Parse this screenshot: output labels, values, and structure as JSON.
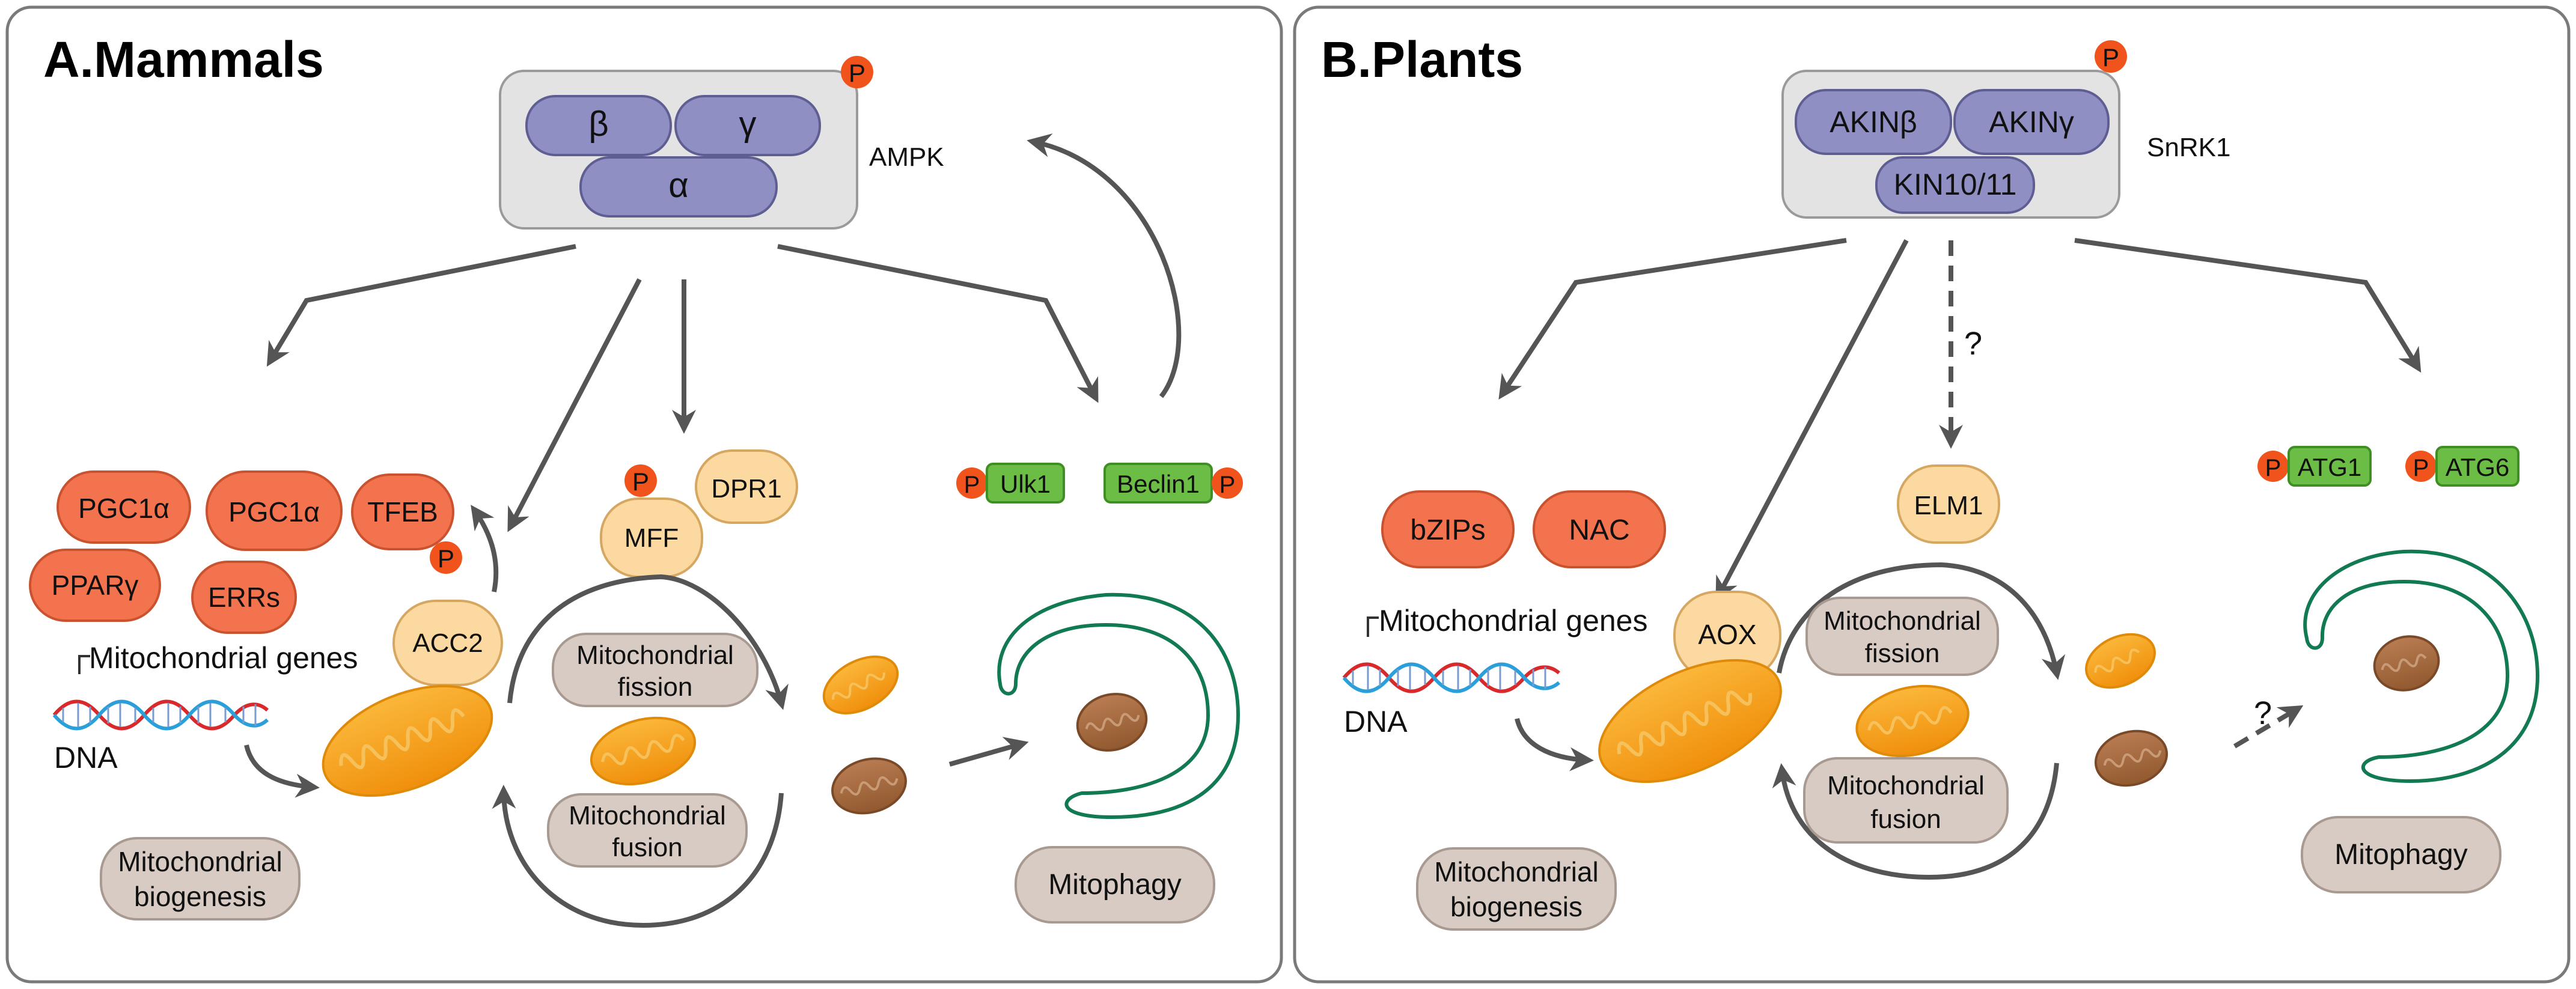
{
  "panels": {
    "mammals": {
      "title": "A.Mammals",
      "complex_name": "AMPK",
      "subunits": [
        "β",
        "γ",
        "α"
      ],
      "phospho": "P",
      "targets": {
        "pgc1a_1": "PGC1α",
        "pgc1a_2": "PGC1α",
        "tfeb": "TFEB",
        "ppar": "PPARγ",
        "errs": "ERRs",
        "acc2": "ACC2",
        "mff": "MFF",
        "dpr1": "DPR1",
        "ulk1": "Ulk1",
        "beclin1": "Beclin1"
      },
      "mito_genes": "Mitochondrial genes",
      "dna": "DNA",
      "fission": [
        "Mitochondrial",
        "fission"
      ],
      "fusion": [
        "Mitochondrial",
        "fusion"
      ],
      "biogenesis": [
        "Mitochondrial",
        "biogenesis"
      ],
      "mitophagy": "Mitophagy"
    },
    "plants": {
      "title": "B.Plants",
      "complex_name": "SnRK1",
      "subunits": [
        "AKINβ",
        "AKINγ",
        "KIN10/11"
      ],
      "phospho": "P",
      "targets": {
        "bzips": "bZIPs",
        "nac": "NAC",
        "elm1": "ELM1",
        "aox": "AOX",
        "atg1": "ATG1",
        "atg6": "ATG6"
      },
      "question": "?",
      "mito_genes": "Mitochondrial genes",
      "dna": "DNA",
      "fission": [
        "Mitochondrial",
        "fission"
      ],
      "fusion": [
        "Mitochondrial",
        "fusion"
      ],
      "biogenesis": [
        "Mitochondrial",
        "biogenesis"
      ],
      "mitophagy": "Mitophagy"
    }
  },
  "colors": {
    "kinase_subunit": "#8f8fc4",
    "complex_box": "#e3e3e3",
    "transcription_factor": "#f4734f",
    "phospho_circle": "#f0541c",
    "autophagy_protein": "#6cbd45",
    "fission_factor": "#fcd9a0",
    "process_label": "#d8cbc3",
    "mitochondrion": "#f7a119",
    "damaged_mitochondrion": "#a66a45",
    "phagophore": "#117a52",
    "arrow": "#555555"
  }
}
